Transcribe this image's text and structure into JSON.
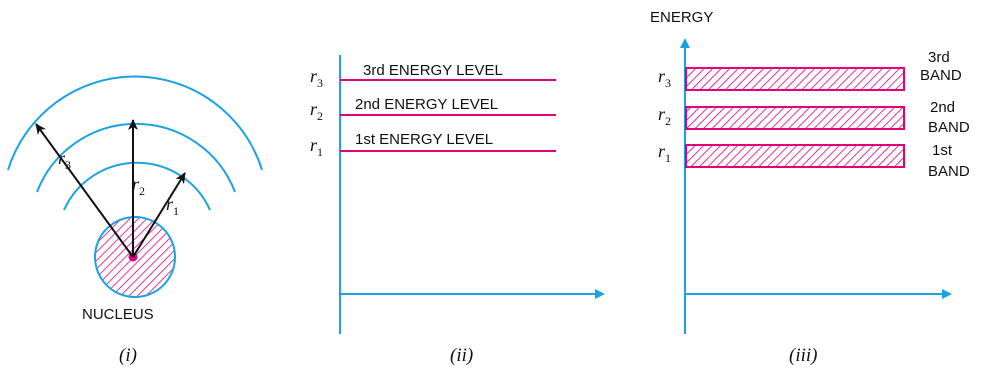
{
  "panel1": {
    "r1": "r",
    "r1_sub": "1",
    "r2": "r",
    "r2_sub": "2",
    "r3": "r",
    "r3_sub": "3",
    "nucleus_label": "NUCLEUS",
    "caption": "(i)"
  },
  "panel2": {
    "levels": [
      {
        "r": "r",
        "sub": "3",
        "label": "3rd ENERGY LEVEL"
      },
      {
        "r": "r",
        "sub": "2",
        "label": "2nd ENERGY LEVEL"
      },
      {
        "r": "r",
        "sub": "1",
        "label": "1st ENERGY LEVEL"
      }
    ],
    "caption": "(ii)"
  },
  "panel3": {
    "y_axis_label": "ENERGY",
    "bands": [
      {
        "r": "r",
        "sub": "3",
        "label_line1": "3rd",
        "label_line2": "BAND"
      },
      {
        "r": "r",
        "sub": "2",
        "label_line1": "2nd",
        "label_line2": "BAND"
      },
      {
        "r": "r",
        "sub": "1",
        "label_line1": "1st",
        "label_line2": "BAND"
      }
    ],
    "caption": "(iii)"
  },
  "colors": {
    "line": "#1aa3e0",
    "hatch": "#e0007a",
    "nucleus_dot": "#e0007a",
    "ink": "#111111"
  }
}
